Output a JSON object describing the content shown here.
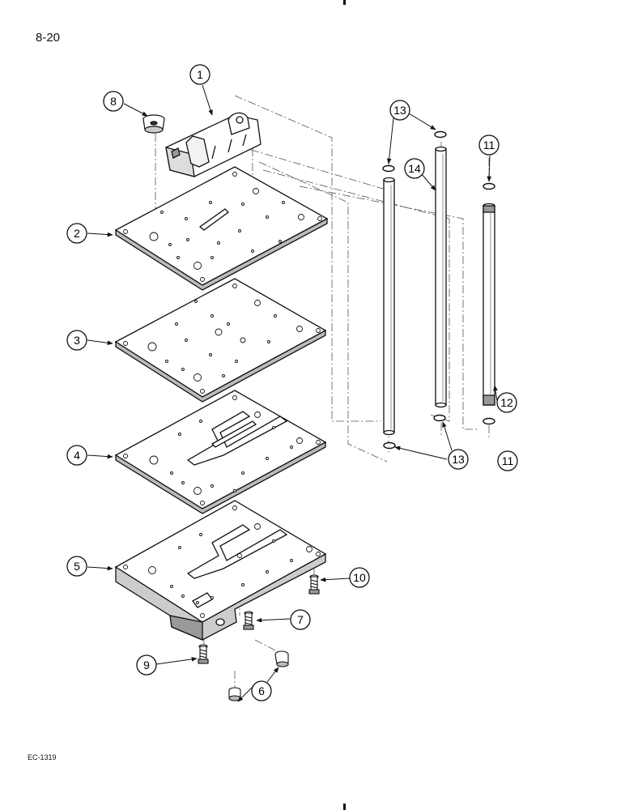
{
  "page_number": "8-20",
  "reference_code": "EC-1319",
  "callouts": [
    {
      "id": "c1",
      "label": "1"
    },
    {
      "id": "c2",
      "label": "2"
    },
    {
      "id": "c3",
      "label": "3"
    },
    {
      "id": "c4",
      "label": "4"
    },
    {
      "id": "c5",
      "label": "5"
    },
    {
      "id": "c6",
      "label": "6"
    },
    {
      "id": "c7",
      "label": "7"
    },
    {
      "id": "c8",
      "label": "8"
    },
    {
      "id": "c9",
      "label": "9"
    },
    {
      "id": "c10",
      "label": "10"
    },
    {
      "id": "c11a",
      "label": "11"
    },
    {
      "id": "c11b",
      "label": "11"
    },
    {
      "id": "c12",
      "label": "12"
    },
    {
      "id": "c13a",
      "label": "13"
    },
    {
      "id": "c13b",
      "label": "13"
    },
    {
      "id": "c14",
      "label": "14"
    }
  ]
}
